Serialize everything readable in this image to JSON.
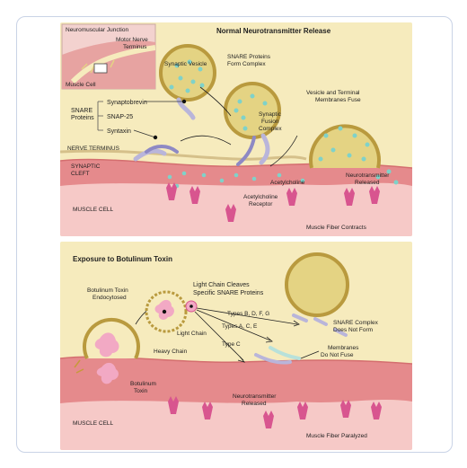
{
  "top": {
    "title": "Normal Neurotransmitter Release",
    "inset_title": "Neuromuscular Junction",
    "inset_motor": "Motor Nerve",
    "inset_terminus": "Terminus",
    "inset_muscle": "Muscle Cell",
    "synaptic_vesicle": "Synaptic Vesicle",
    "snare_form_1": "SNARE Proteins",
    "snare_form_2": "Form Complex",
    "synaptic_fusion_1": "Synaptic",
    "synaptic_fusion_2": "Fusion",
    "synaptic_fusion_3": "Complex",
    "vesicle_fuse_1": "Vesicle and Terminal",
    "vesicle_fuse_2": "Membranes Fuse",
    "snare_label_1": "SNARE",
    "snare_label_2": "Proteins",
    "synaptobrevin": "Synaptobrevin",
    "snap25": "SNAP-25",
    "syntaxin": "Syntaxin",
    "nerve_terminus": "NERVE TERMINUS",
    "synaptic_cleft_1": "SYNAPTIC",
    "synaptic_cleft_2": "CLEFT",
    "acetylcholine": "Acetylcholine",
    "nt_released_1": "Neurotransmitter",
    "nt_released_2": "Released",
    "ach_receptor_1": "Acetylcholine",
    "ach_receptor_2": "Receptor",
    "muscle_cell": "MUSCLE CELL",
    "muscle_contracts": "Muscle Fiber Contracts"
  },
  "bottom": {
    "title": "Exposure to Botulinum Toxin",
    "endo_1": "Botulinum Toxin",
    "endo_2": "Endocytosed",
    "light_cleaves_1": "Light Chain Cleaves",
    "light_cleaves_2": "Specific SNARE Proteins",
    "light_chain": "Light Chain",
    "heavy_chain": "Heavy Chain",
    "types_bdfg": "Types B, D, F, G",
    "types_ace": "Types A, C, E",
    "type_c": "Type C",
    "snare_not_1": "SNARE Complex",
    "snare_not_2": "Does Not Form",
    "membranes_1": "Membranes",
    "membranes_2": "Do Not Fuse",
    "botulinum_1": "Botulinum",
    "botulinum_2": "Toxin",
    "nt_released_1": "Neurotransmitter",
    "nt_released_2": "Released",
    "muscle_cell": "MUSCLE CELL",
    "muscle_paralyzed": "Muscle Fiber Paralyzed"
  },
  "colors": {
    "terminus": "#f6ebbd",
    "cleft": "#e58a8c",
    "muscle": "#f6c9c7",
    "vesicle_fill": "#e4d383",
    "vesicle_ring": "#b99a3e",
    "neurotransmitter": "#7fd2c9",
    "receptor": "#d8558f",
    "snare": "#b9b5da",
    "toxin": "#f2a9c4"
  }
}
